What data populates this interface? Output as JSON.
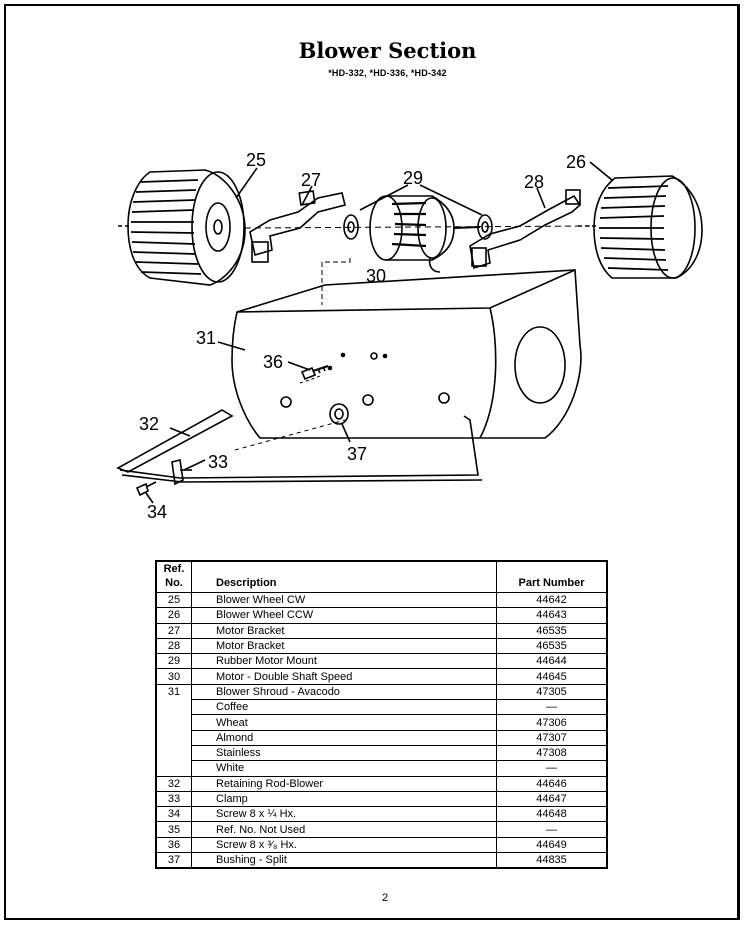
{
  "document": {
    "title": "Blower Section",
    "models": "*HD-332, *HD-336, *HD-342",
    "page_number": "2"
  },
  "diagram": {
    "callouts": [
      "25",
      "26",
      "27",
      "28",
      "29",
      "30",
      "31",
      "32",
      "33",
      "34",
      "36",
      "37"
    ]
  },
  "parts_table": {
    "headers": {
      "ref": "Ref. No.",
      "description": "Description",
      "part_number": "Part Number"
    },
    "rows": [
      {
        "ref": "25",
        "description": "Blower Wheel CW",
        "part": "44642"
      },
      {
        "ref": "26",
        "description": "Blower Wheel CCW",
        "part": "44643"
      },
      {
        "ref": "27",
        "description": "Motor Bracket",
        "part": "46535"
      },
      {
        "ref": "28",
        "description": "Motor Bracket",
        "part": "46535"
      },
      {
        "ref": "29",
        "description": "Rubber Motor Mount",
        "part": "44644"
      },
      {
        "ref": "30",
        "description": "Motor - Double Shaft Speed",
        "part": "44645"
      },
      {
        "ref": "31",
        "description": "Blower Shroud - Avacodo",
        "part": "47305"
      },
      {
        "ref": "",
        "description": "Coffee",
        "part": "—"
      },
      {
        "ref": "",
        "description": "Wheat",
        "part": "47306"
      },
      {
        "ref": "",
        "description": "Almond",
        "part": "47307"
      },
      {
        "ref": "",
        "description": "Stainless",
        "part": "47308"
      },
      {
        "ref": "",
        "description": "White",
        "part": "—"
      },
      {
        "ref": "32",
        "description": "Retaining Rod-Blower",
        "part": "44646"
      },
      {
        "ref": "33",
        "description": "Clamp",
        "part": "44647"
      },
      {
        "ref": "34",
        "description": "Screw 8 x ¼ Hx.",
        "part": "44648"
      },
      {
        "ref": "35",
        "description": "Ref. No. Not Used",
        "part": "—"
      },
      {
        "ref": "36",
        "description": "Screw 8 x ³⁄₈ Hx.",
        "part": "44649"
      },
      {
        "ref": "37",
        "description": "Bushing - Split",
        "part": "44835"
      }
    ]
  }
}
